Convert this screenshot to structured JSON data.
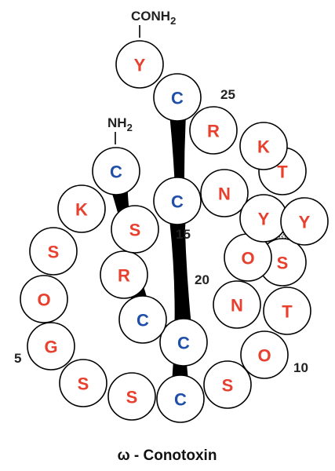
{
  "colors": {
    "cysteine": "#1f4fa8",
    "other": "#e8402f",
    "bond": "#000000"
  },
  "title": "ω - Conotoxin",
  "labels": {
    "c_terminus_main": "CONH",
    "c_terminus_sub": "2",
    "n_terminus_main": "NH",
    "n_terminus_sub": "2",
    "pos_5": "5",
    "pos_10": "10",
    "pos_15": "15",
    "pos_20": "20",
    "pos_25": "25"
  },
  "residues": [
    "C",
    "K",
    "S",
    "O",
    "G",
    "S",
    "S",
    "C",
    "S",
    "O",
    "T",
    "S",
    "O",
    "N",
    "C",
    "C",
    "R",
    "S",
    "C",
    "N",
    "Y",
    "Y",
    "T",
    "K",
    "R",
    "C",
    "Y"
  ],
  "disulfides": [
    [
      1,
      16
    ],
    [
      8,
      19
    ],
    [
      15,
      26
    ]
  ]
}
